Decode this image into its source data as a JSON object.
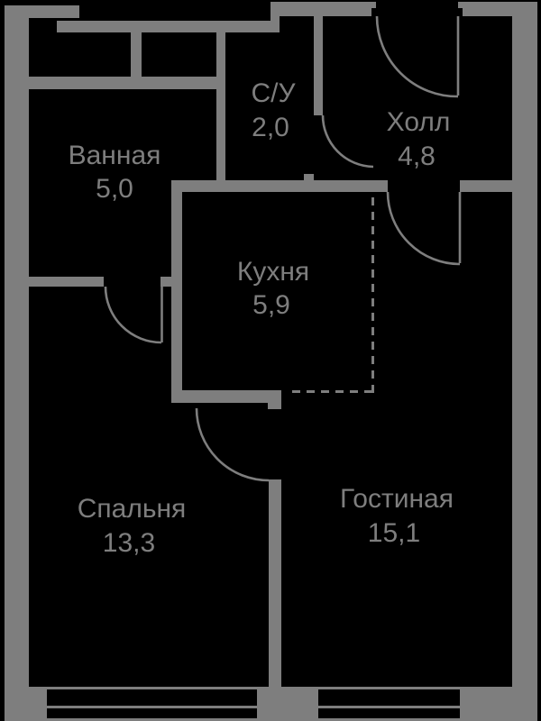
{
  "plan": {
    "background_color": "#000000",
    "wall_color": "#7e7e7e",
    "label_color": "#7e7e7e",
    "rooms": [
      {
        "id": "bathroom",
        "label": "Ванная",
        "area": "5,0"
      },
      {
        "id": "wc",
        "label": "С/У",
        "area": "2,0"
      },
      {
        "id": "hallway",
        "label": "Холл",
        "area": "4,8"
      },
      {
        "id": "kitchen",
        "label": "Кухня",
        "area": "5,9"
      },
      {
        "id": "bedroom",
        "label": "Спальня",
        "area": "13,3"
      },
      {
        "id": "living-room",
        "label": "Гостиная",
        "area": "15,1"
      }
    ]
  }
}
